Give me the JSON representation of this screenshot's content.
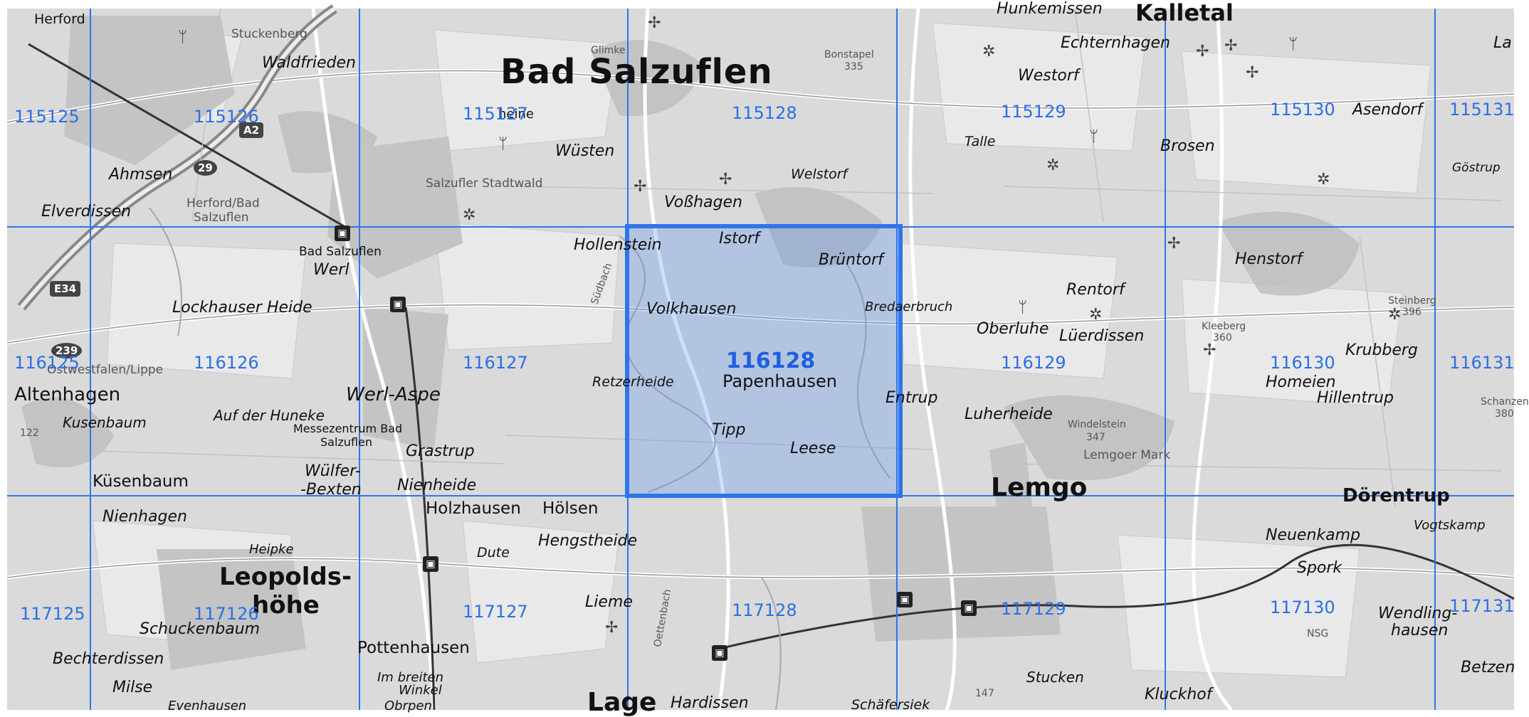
{
  "map": {
    "grid_labels": {
      "row1": [
        "115125",
        "115126",
        "115127",
        "115128",
        "115129",
        "115130",
        "115131"
      ],
      "row2": [
        "116125",
        "116126",
        "116127",
        "116128",
        "116129",
        "116130",
        "116131"
      ],
      "row3": [
        "117125",
        "117126",
        "117127",
        "117128",
        "117129",
        "117130",
        "117131"
      ]
    },
    "selected_tile": "116128",
    "colors": {
      "grid": "#2f75ea",
      "selection_fill": "#508cf5",
      "label": "#2b6fe8"
    },
    "places": {
      "herford": "Herford",
      "stuckenberg": "Stuckenberg",
      "waldfrieden": "Waldfrieden",
      "bad_salzuflen": "Bad Salzuflen",
      "glimke": "Glimke",
      "bonstapel": "Bonstapel",
      "bonstapel_h": "335",
      "hunkemissen": "Hunkemissen",
      "kalletal": "Kalletal",
      "echternhagen": "Echternhagen",
      "westorf": "Westorf",
      "asendorf": "Asendorf",
      "la": "La",
      "gostrup": "Göstrup",
      "heine": "heine",
      "wuesten": "Wüsten",
      "ahmsen": "Ahmsen",
      "salzufler_stadtwald": "Salzufler Stadtwald",
      "welstorf": "Welstorf",
      "talle": "Talle",
      "brosen": "Brosen",
      "vosshagen": "Voßhagen",
      "elverdissen": "Elverdissen",
      "herford_bad": "Herford/Bad",
      "salzuflen_small": "Salzuflen",
      "bad_salzuflen_station": "Bad Salzuflen",
      "hollenstein": "Hollenstein",
      "istorf": "Istorf",
      "bruentorf": "Brüntorf",
      "henstorf": "Henstorf",
      "werl": "Werl",
      "rentorf": "Rentorf",
      "lockhauser_heide": "Lockhauser Heide",
      "volkhausen": "Volkhausen",
      "bredaerbruch": "Bredaerbruch",
      "steinberg": "Steinberg",
      "steinberg_h": "396",
      "oberluhe": "Oberluhe",
      "luerdissen": "Lüerdissen",
      "kleeberg": "Kleeberg",
      "kleeberg_h": "360",
      "krubberg": "Krubberg",
      "ostwestfalen": "Ostwestfalen/Lippe",
      "papenhausen": "Papenhausen",
      "homeien": "Homeien",
      "altenhagen": "Altenhagen",
      "retzerheide": "Retzerheide",
      "werl_aspe": "Werl-Aspe",
      "entrup": "Entrup",
      "hillentrup": "Hillentrup",
      "schanzen": "Schanzen",
      "schanzen_h": "380",
      "kusenbaum": "Kusenbaum",
      "auf_der_huneke": "Auf der Huneke",
      "messezentrum": "Messezentrum Bad",
      "messe_salzuflen": "Salzuflen",
      "luherheide": "Luherheide",
      "windelstein": "Windelstein",
      "windelstein_h": "347",
      "tipp": "Tipp",
      "grastrup": "Grastrup",
      "leese": "Leese",
      "lemgoer_mark": "Lemgoer Mark",
      "wuelfer": "Wülfer-",
      "bexten": "-Bexten",
      "kuesenbaum": "Küsenbaum",
      "nienheide": "Nienheide",
      "lemgo": "Lemgo",
      "doerentrup": "Dörentrup",
      "nienhagen": "Nienhagen",
      "holzhausen": "Holzhausen",
      "hoelsen": "Hölsen",
      "vogtskamp": "Vogtskamp",
      "neuenkamp": "Neuenkamp",
      "heipke": "Heipke",
      "hengstheide": "Hengstheide",
      "dute": "Dute",
      "leopolds": "Leopolds-",
      "hoehe": "höhe",
      "spork": "Spork",
      "lieme": "Lieme",
      "schuckenbaum": "Schuckenbaum",
      "wendling": "Wendling-",
      "hausen": "hausen",
      "nsg": "NSG",
      "pottenhausen": "Pottenhausen",
      "bechterdissen": "Bechterdissen",
      "betzen": "Betzen",
      "stucken": "Stucken",
      "milse": "Milse",
      "im_breiten": "Im breiten",
      "winkel": "Winkel",
      "kluckhof": "Kluckhof",
      "evenhausen": "Evenhausen",
      "obrpen": "Obrpen",
      "lage": "Lage",
      "hardissen": "Hardissen",
      "schaefersiek": "Schäfersiek",
      "h147": "147",
      "h122": "122",
      "oettenbach": "Oettenbach",
      "suedbach": "Südbach"
    },
    "road_shields": {
      "a2": "A2",
      "b29": "29",
      "e34": "E34",
      "b239": "239"
    }
  }
}
